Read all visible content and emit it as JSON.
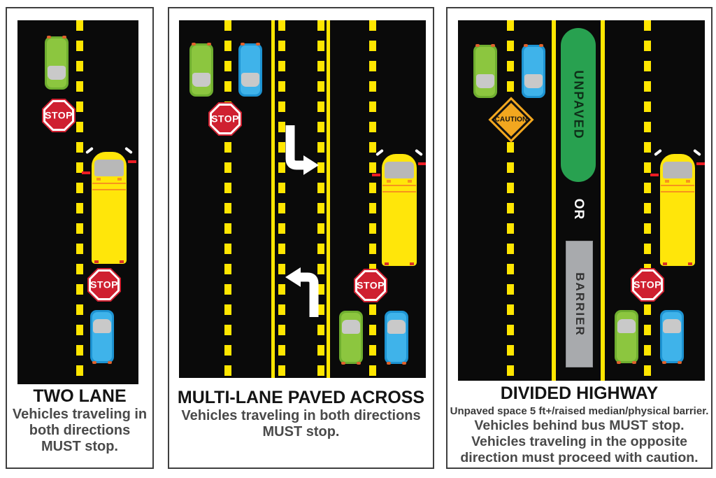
{
  "signs": {
    "stop": "STOP",
    "caution": "CAUTION",
    "unpaved": "UNPAVED",
    "or": "OR",
    "barrier": "BARRIER"
  },
  "colors": {
    "road": "#0a0a0a",
    "lane_marking_yellow": "#ffe600",
    "bus_yellow": "#ffe60a",
    "bus_stripe_orange": "#f7941d",
    "car_green": "#8cc63f",
    "car_blue": "#3fb3ea",
    "stop_sign_red": "#cf2030",
    "caution_sign_orange": "#f2a71f",
    "unpaved_median_green": "#28a150",
    "barrier_gray": "#a8aaad",
    "heading_text": "#141414",
    "body_text": "#4a4a4a"
  },
  "panels": [
    {
      "title": "TWO LANE",
      "caption_lines": [
        "Vehicles traveling in",
        "both directions",
        "MUST stop."
      ]
    },
    {
      "title": "MULTI-LANE PAVED ACROSS",
      "caption_lines": [
        "Vehicles traveling in both directions",
        "MUST stop."
      ]
    },
    {
      "title": "DIVIDED HIGHWAY",
      "subtitle": "Unpaved space 5 ft+/raised median/physical barrier.",
      "caption_lines": [
        "Vehicles behind bus MUST stop.",
        "Vehicles traveling in the opposite",
        "direction must proceed with caution."
      ]
    }
  ]
}
